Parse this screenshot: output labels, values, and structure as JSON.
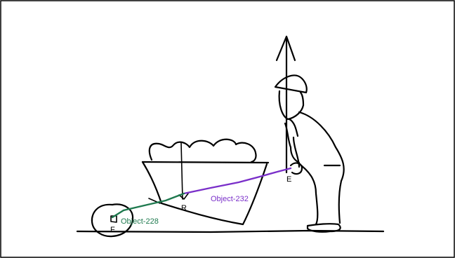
{
  "labels": {
    "fulcrum": "F",
    "load": "R",
    "effort": "E",
    "effort_arm_object": "Object-232",
    "load_arm_object": "Object-228"
  },
  "colors": {
    "effort_arm": "#7a2fc9",
    "load_arm": "#1f7a4f",
    "object_232_text": "#7a2fc9",
    "object_228_text": "#1f7a4f",
    "ink": "#000000"
  },
  "icons": {
    "effort_arrow": "arrow-up-icon"
  }
}
